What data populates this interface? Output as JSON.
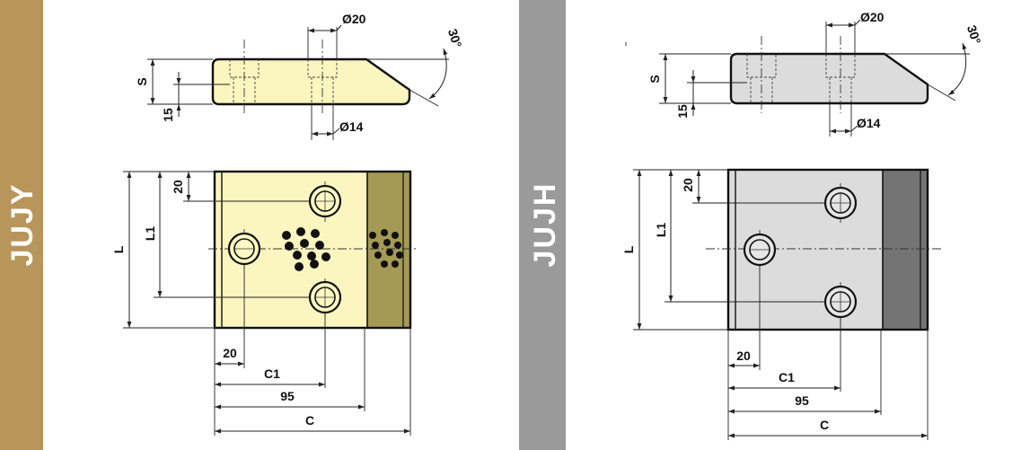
{
  "panels": [
    {
      "id": "left",
      "label": "JUJY",
      "colors": {
        "band": "#b8955a",
        "body": "#fbf6bf",
        "wear_plate": "#a49a55",
        "hole_fill": "#fdf8c4"
      },
      "labels": {
        "d20": "Ø20",
        "d14": "Ø14",
        "s": "S",
        "h15": "15",
        "angle": "30°",
        "l": "L",
        "l1": "L1",
        "t20": "20",
        "b20": "20",
        "c1": "C1",
        "w95": "95",
        "c": "C"
      }
    },
    {
      "id": "right",
      "label": "JUJH",
      "colors": {
        "band": "#9a9a9a",
        "body": "#dcdcdc",
        "wear_plate": "#747474",
        "hole_fill": "#e6e6e6"
      },
      "labels": {
        "d20": "Ø20",
        "d14": "Ø14",
        "s": "S",
        "h15": "15",
        "angle": "30°",
        "l": "L",
        "l1": "L1",
        "t20": "20",
        "b20": "20",
        "c1": "C1",
        "w95": "95",
        "c": "C"
      }
    }
  ]
}
